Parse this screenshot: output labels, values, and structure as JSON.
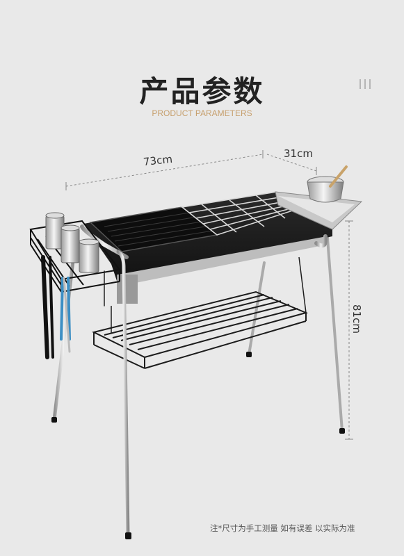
{
  "header": {
    "title": "产品参数",
    "subtitle": "PRODUCT PARAMETERS"
  },
  "dimensions": {
    "width": "73cm",
    "depth": "31cm",
    "height": "81cm"
  },
  "footnote": "注*尺寸为手工测量 如有误差 以实际为准",
  "colors": {
    "background": "#e9e9e9",
    "title": "#222222",
    "subtitle": "#c7a06e",
    "grill_body": "#1e1e1e",
    "steel": "#c9c9c9"
  }
}
